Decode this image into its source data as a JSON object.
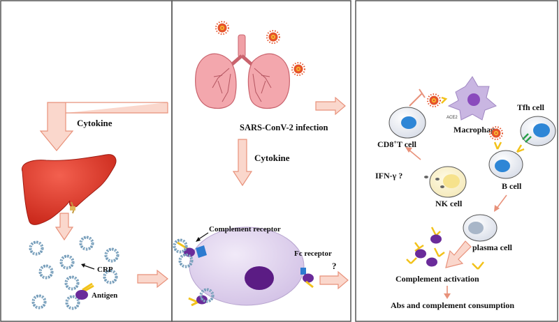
{
  "labels": {
    "cytokine_left": "Cytokine",
    "cytokine_center": "Cytokine",
    "sars": "SARS-ConV-2 infection",
    "crp": "CRP",
    "antigen": "Antigen",
    "complement_receptor": "Complement  receptor",
    "fc_receptor": "Fc receptor",
    "question_fc": "?",
    "ace2": "ACE2",
    "macrophage": "Macrophage",
    "cd8_prefix": "CD8",
    "cd8_sup": "+",
    "cd8_suffix": "T cell",
    "tfh": "Tfh cell",
    "bcell": "B cell",
    "ifn": "IFN-γ ?",
    "nk": "NK cell",
    "plasma": "plasma cell",
    "complement_activation": "Complement activation",
    "abs": "Abs and complement consumption"
  },
  "colors": {
    "arrow_fill": "#fad7cc",
    "arrow_stroke": "#e8917a",
    "lung": "#f0a0a6",
    "liver": "#e0362b",
    "virus": "#e5532b",
    "cell_purple": "#ddd0ec",
    "purple_dark": "#5b1c84",
    "blue_nucleus": "#2e86d6",
    "yellow": "#f2c21b"
  }
}
